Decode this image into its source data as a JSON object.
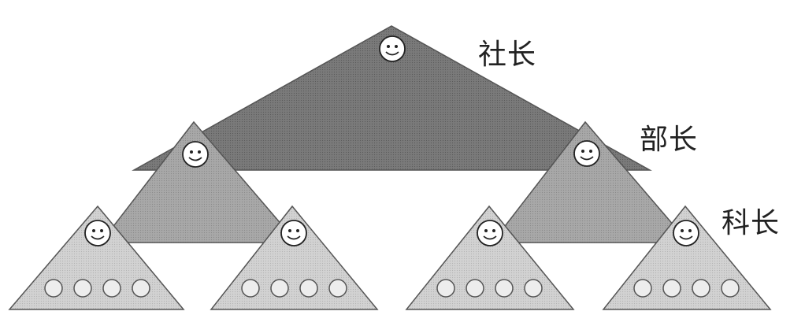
{
  "labels": {
    "president": "社长",
    "department_head": "部长",
    "section_head": "科长"
  },
  "structure": {
    "department_heads": 2,
    "section_heads_per_department": 2,
    "staff_per_section": 4
  },
  "colors": {
    "top_fill": "#7a7a7a",
    "middle_fill": "#a8a8a8",
    "bottom_fill": "#d2d2d2",
    "outline": "#555555",
    "face_fill": "#ffffff",
    "face_stroke": "#222222",
    "staff_circle_fill": "#ededed",
    "staff_circle_stroke": "#555555",
    "label_text": "#222222"
  },
  "icons": {
    "manager": "smiley-face-icon",
    "staff": "circle-icon"
  }
}
